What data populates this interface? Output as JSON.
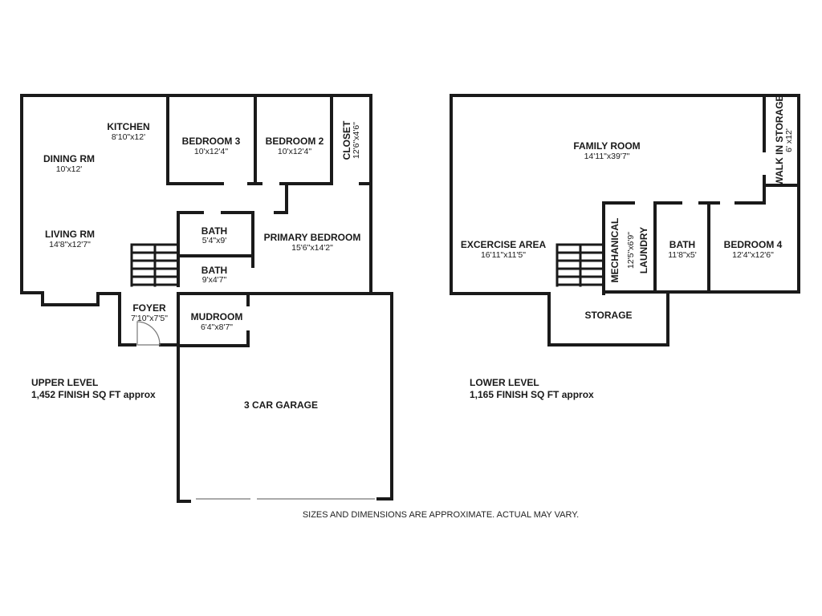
{
  "upper_level": {
    "label": "UPPER LEVEL",
    "area": "1,452 FINISH SQ FT approx",
    "rooms": {
      "kitchen": {
        "name": "KITCHEN",
        "size": "8'10\"x12'"
      },
      "dining": {
        "name": "DINING RM",
        "size": "10'x12'"
      },
      "living": {
        "name": "LIVING RM",
        "size": "14'8\"x12'7\""
      },
      "bedroom3": {
        "name": "BEDROOM 3",
        "size": "10'x12'4\""
      },
      "bedroom2": {
        "name": "BEDROOM 2",
        "size": "10'x12'4\""
      },
      "closet": {
        "name": "CLOSET",
        "size": "12'6\"x4'6\""
      },
      "bath1": {
        "name": "BATH",
        "size": "5'4\"x9'"
      },
      "bath2": {
        "name": "BATH",
        "size": "9'x4'7\""
      },
      "primary": {
        "name": "PRIMARY BEDROOM",
        "size": "15'6\"x14'2\""
      },
      "foyer": {
        "name": "FOYER",
        "size": "7'10\"x7'5\""
      },
      "mudroom": {
        "name": "MUDROOM",
        "size": "6'4\"x8'7\""
      },
      "garage": {
        "name": "3 CAR GARAGE"
      }
    }
  },
  "lower_level": {
    "label": "LOWER LEVEL",
    "area": "1,165 FINISH SQ FT approx",
    "rooms": {
      "family": {
        "name": "FAMILY ROOM",
        "size": "14'11\"x39'7\""
      },
      "walkin": {
        "name": "WALK IN STORAGE",
        "size": "6' x12'"
      },
      "exercise": {
        "name": "EXCERCISE AREA",
        "size": "16'11\"x11'5\""
      },
      "mechanical": {
        "name": "MECHANICAL",
        "size": "12'5\"x6'9\"",
        "name2": "LAUNDRY"
      },
      "bath": {
        "name": "BATH",
        "size": "11'8\"x5'"
      },
      "bedroom4": {
        "name": "BEDROOM 4",
        "size": "12'4\"x12'6\""
      },
      "storage": {
        "name": "STORAGE"
      }
    }
  },
  "disclaimer": "SIZES AND DIMENSIONS ARE APPROXIMATE. ACTUAL MAY VARY."
}
